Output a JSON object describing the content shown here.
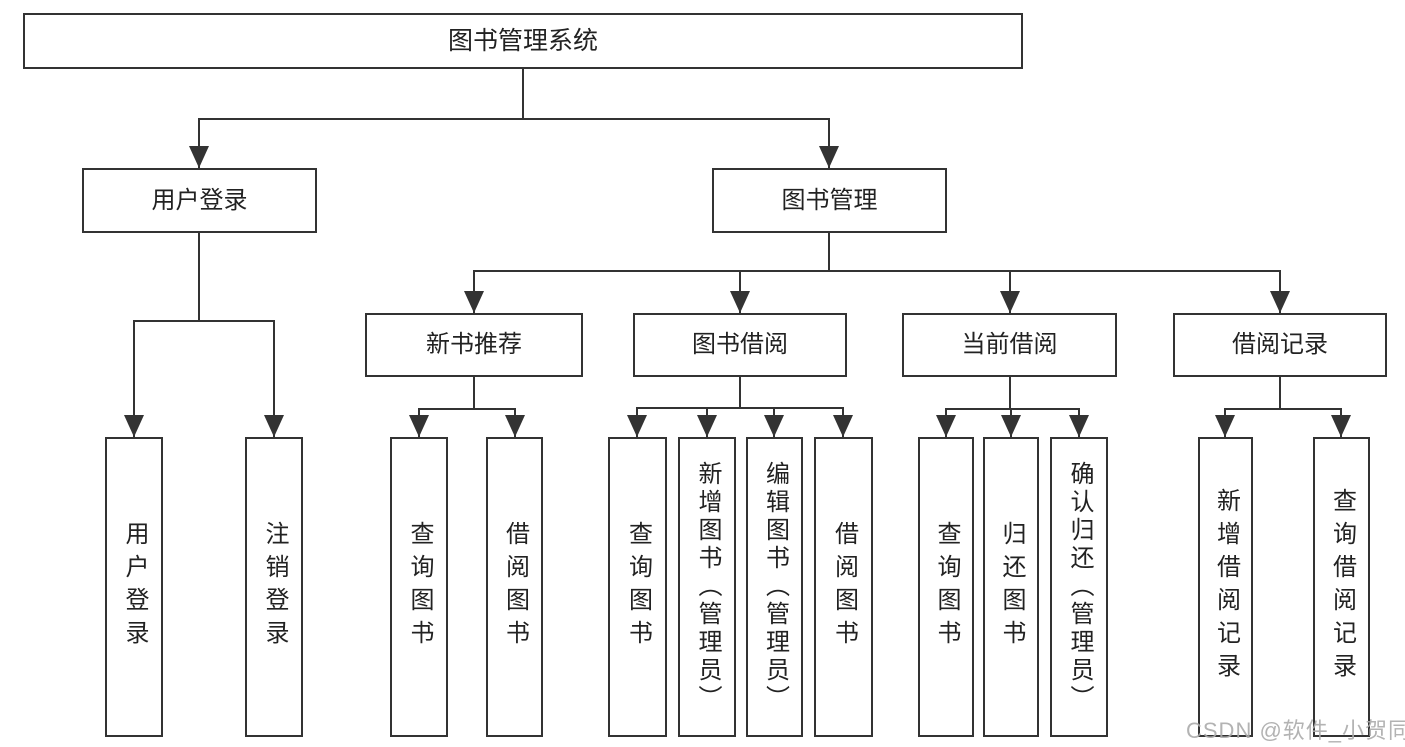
{
  "diagram_title": "图书管理系统",
  "colors": {
    "line": "#333333",
    "text": "#222222",
    "background": "#ffffff",
    "watermark": "#ababab"
  },
  "tree": {
    "root": {
      "label": "图书管理系统"
    },
    "branches": [
      {
        "label": "用户登录",
        "children": [
          {
            "label": "用户登录"
          },
          {
            "label": "注销登录"
          }
        ]
      },
      {
        "label": "图书管理",
        "children": [
          {
            "label": "新书推荐",
            "children": [
              {
                "label": "查询图书"
              },
              {
                "label": "借阅图书"
              }
            ]
          },
          {
            "label": "图书借阅",
            "children": [
              {
                "label": "查询图书"
              },
              {
                "label": "新增图书（管理员）"
              },
              {
                "label": "编辑图书（管理员）"
              },
              {
                "label": "借阅图书"
              }
            ]
          },
          {
            "label": "当前借阅",
            "children": [
              {
                "label": "查询图书"
              },
              {
                "label": "归还图书"
              },
              {
                "label": "确认归还（管理员）"
              }
            ]
          },
          {
            "label": "借阅记录",
            "children": [
              {
                "label": "新增借阅记录"
              },
              {
                "label": "查询借阅记录"
              }
            ]
          }
        ]
      }
    ]
  },
  "watermark": {
    "text": "CSDN @软件_小贺同学"
  }
}
